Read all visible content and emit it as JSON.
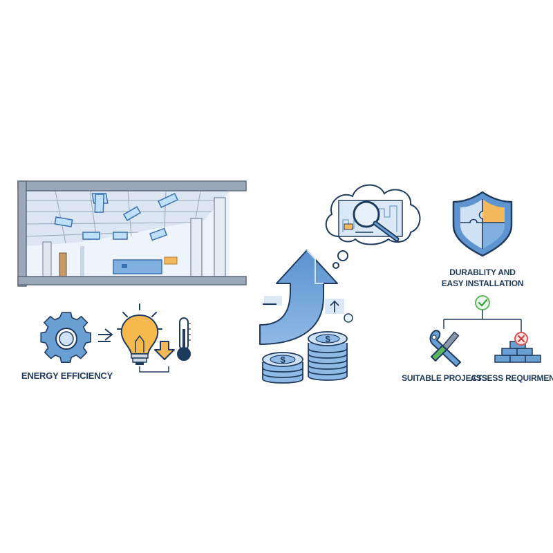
{
  "labels": {
    "energy_efficiency": "ENERGY EFFICIENCY",
    "durability_line1": "DURABLITY AND",
    "durability_line2": "EASY INSTALLATION",
    "suitable_projects": "SUITABLE PROJECTS",
    "assess_requirements": "ASSESS REQUIRMENTS"
  },
  "currency_symbol": "$",
  "colors": {
    "outline": "#1e3a5c",
    "primary_blue": "#6a9fd4",
    "light_blue": "#cfe2f5",
    "pale_blue": "#e7f1fb",
    "amber": "#f4b85c",
    "green": "#5cb85c",
    "red": "#e05252",
    "gray_frame": "#8a97a8"
  }
}
